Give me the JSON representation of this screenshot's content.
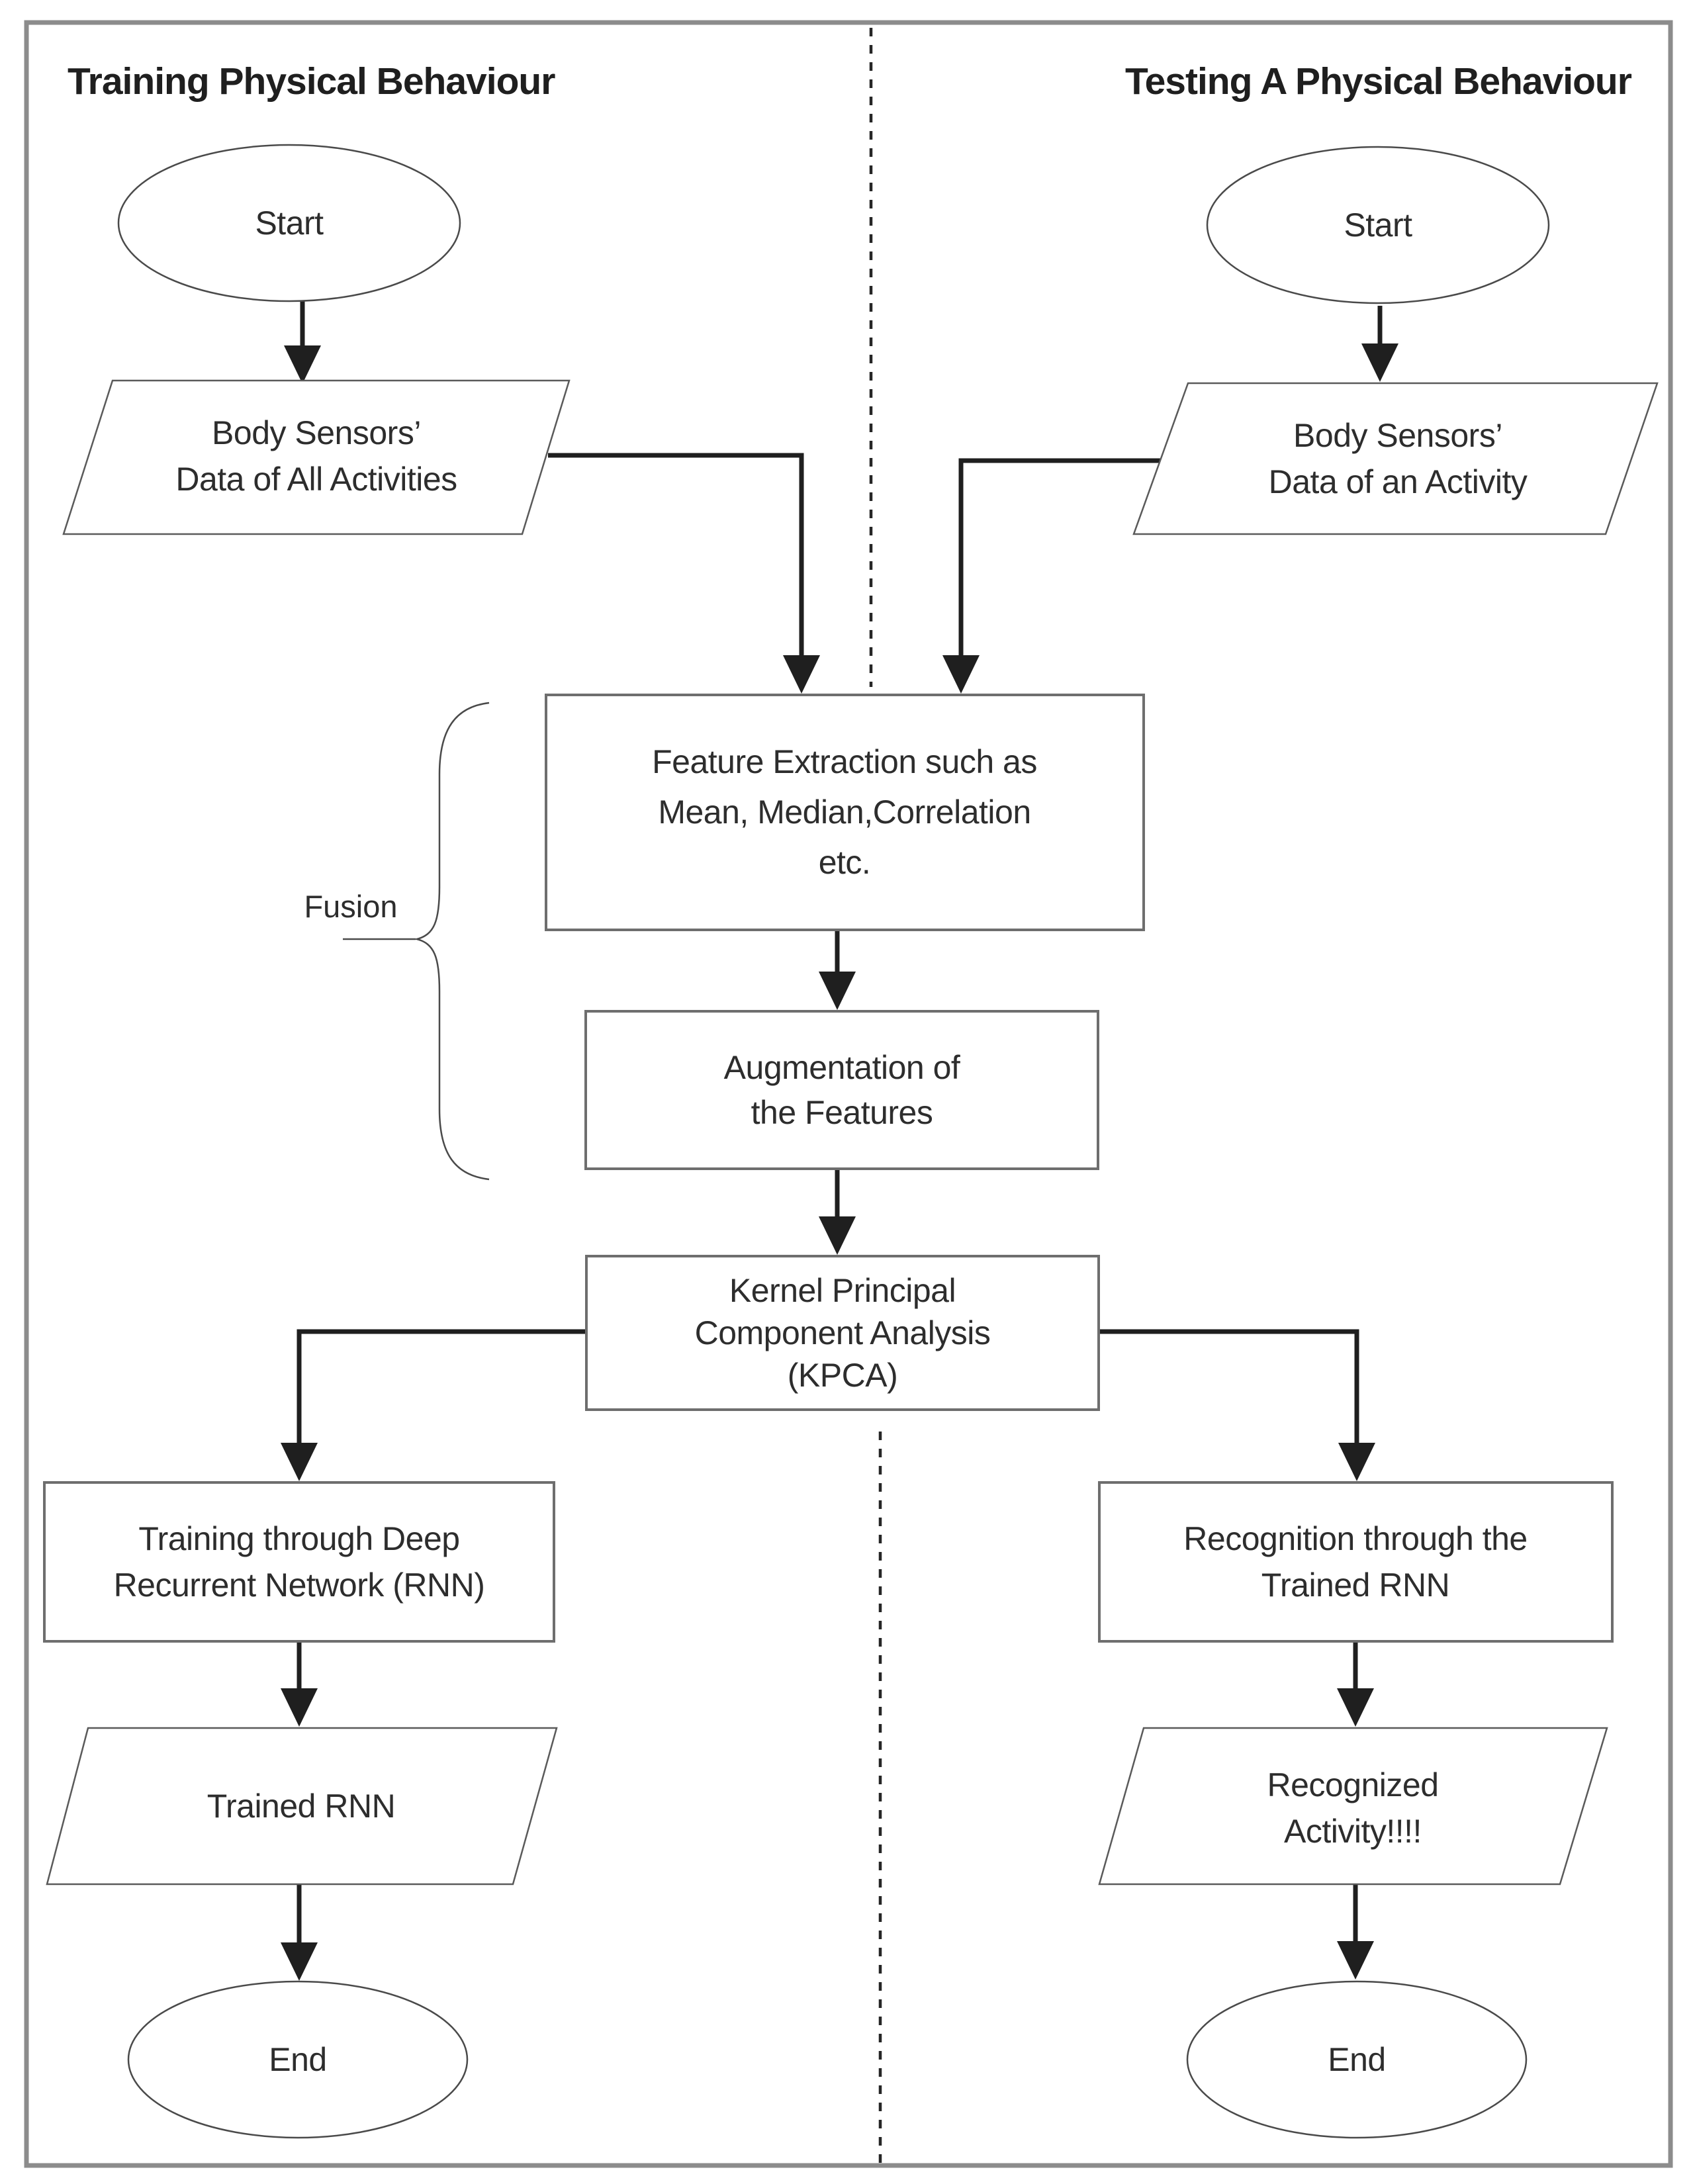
{
  "titles": {
    "left": "Training Physical Behaviour",
    "right": "Testing A Physical Behaviour"
  },
  "annotations": {
    "fusion": "Fusion"
  },
  "nodes": {
    "start_left": {
      "label": "Start"
    },
    "start_right": {
      "label": "Start"
    },
    "input_left": {
      "line1": "Body Sensors’",
      "line2": "Data of All Activities"
    },
    "input_right": {
      "line1": "Body Sensors’",
      "line2": "Data of an Activity"
    },
    "feature_extraction": {
      "line1": "Feature Extraction such as",
      "line2": "Mean, Median,Correlation",
      "line3": "etc."
    },
    "augmentation": {
      "line1": "Augmentation of",
      "line2": "the Features"
    },
    "kpca": {
      "line1": "Kernel Principal",
      "line2": "Component Analysis",
      "line3": "(KPCA)"
    },
    "training": {
      "line1": "Training through Deep",
      "line2": "Recurrent Network (RNN)"
    },
    "recognition": {
      "line1": "Recognition through the",
      "line2": "Trained RNN"
    },
    "trained_rnn": {
      "label": "Trained RNN"
    },
    "recognized": {
      "line1": "Recognized",
      "line2": "Activity!!!!"
    },
    "end_left": {
      "label": "End"
    },
    "end_right": {
      "label": "End"
    }
  },
  "colors": {
    "ink": "#1f1f1f",
    "shape_stroke": "#5a5a5a",
    "box_stroke": "#6e6e6e",
    "text": "#2d2d2d",
    "page_border": "#8c8c8c",
    "background": "#ffffff"
  }
}
